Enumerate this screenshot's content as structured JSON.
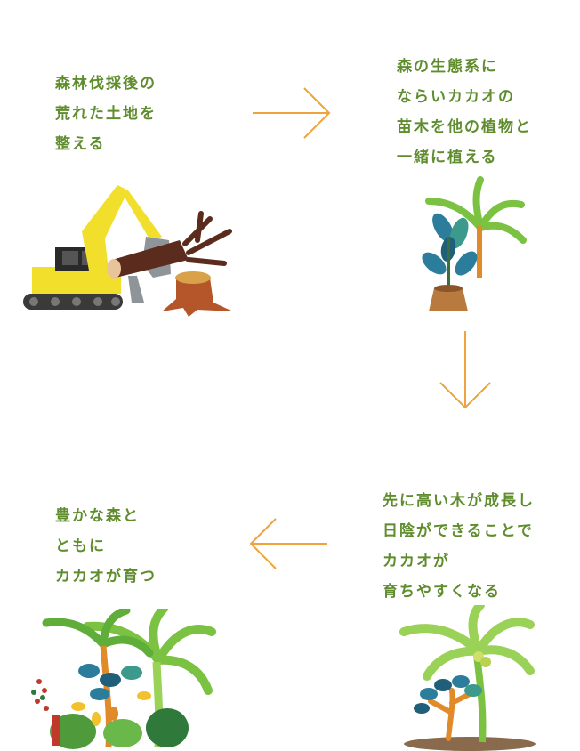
{
  "steps": [
    {
      "id": "clear-land",
      "lines": [
        "森林伐採後の",
        "荒れた土地を",
        "整える"
      ],
      "illustration": "excavator-icon"
    },
    {
      "id": "plant-seedlings",
      "lines": [
        "森の生態系に",
        "ならいカカオの",
        "苗木を他の植物と",
        "一緒に植える"
      ],
      "illustration": "seedling-icon"
    },
    {
      "id": "shade-growth",
      "lines": [
        "先に高い木が成長し",
        "日陰ができることで",
        "カカオが",
        "育ちやすくなる"
      ],
      "illustration": "palm-and-cacao-icon"
    },
    {
      "id": "rich-forest",
      "lines": [
        "豊かな森と",
        "ともに",
        "カカオが育つ"
      ],
      "illustration": "forest-icon"
    }
  ],
  "colors": {
    "text": "#5f8d2e",
    "arrow": "#f0a33c",
    "excavator": "#f2df2c",
    "log": "#5b2c1e",
    "stump": "#b5562a",
    "palm": "#7cc242",
    "leaf_blue": "#2b7d9b",
    "cacao": "#e08a2a"
  }
}
